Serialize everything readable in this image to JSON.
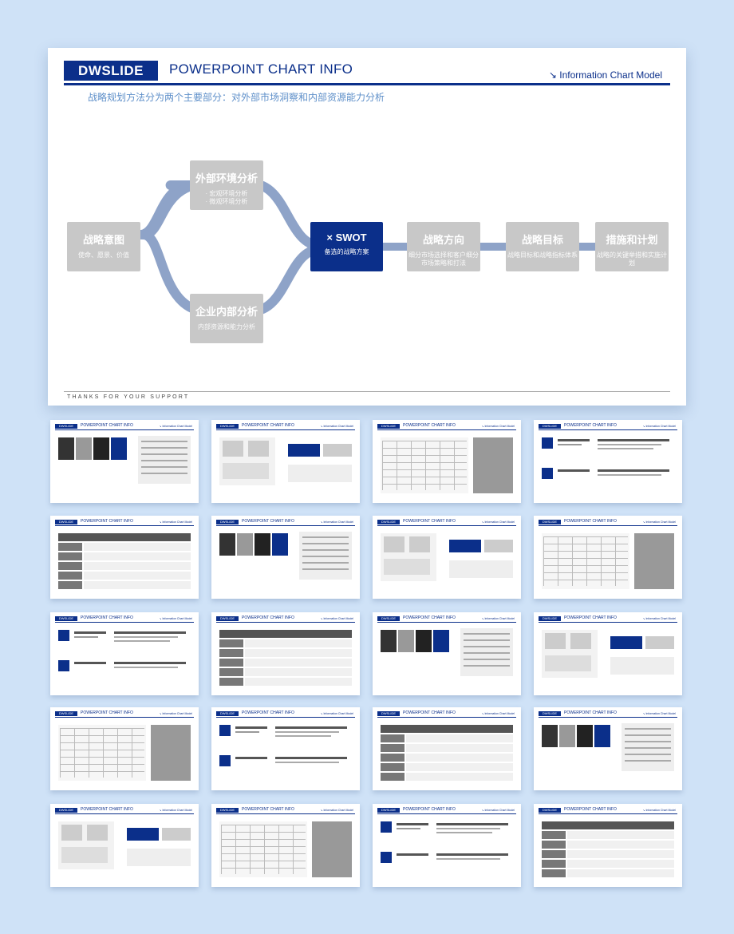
{
  "hero": {
    "brand": "DWSLIDE",
    "title": "POWERPOINT CHART INFO",
    "link": "↘ Information Chart Model",
    "subtitle": "战略规划方法分为两个主要部分：对外部市场洞察和内部资源能力分析",
    "footer": "THANKS FOR YOUR SUPPORT",
    "nodes": {
      "intent": {
        "title": "战略意图",
        "sub": "使命、愿景、价值"
      },
      "external": {
        "title": "外部环境分析",
        "sub1": "· 宏观环境分析",
        "sub2": "· 微观环境分析"
      },
      "internal": {
        "title": "企业内部分析",
        "sub": "内部资源和能力分析"
      },
      "swot": {
        "title": "× SWOT",
        "sub": "备选的战略方案"
      },
      "direction": {
        "title": "战略方向",
        "sub": "细分市场选择和客户细分市场策略和打法"
      },
      "goal": {
        "title": "战略目标",
        "sub": "战略目标和战略指标体系"
      },
      "plan": {
        "title": "措施和计划",
        "sub": "战略的关键举措和实施计划"
      }
    },
    "colors": {
      "brand": "#0b2f8a",
      "node": "#c8c8c8",
      "connector": "#8ea3c8"
    }
  },
  "thumbnails": {
    "brand": "DWSLIDE",
    "title": "POWERPOINT CHART INFO",
    "link": "↘ Information Chart Model",
    "count": 20
  }
}
